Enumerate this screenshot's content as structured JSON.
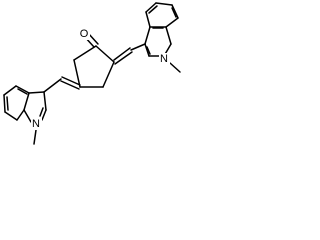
{
  "diagram": {
    "atoms": {
      "carbonyl_oxygen": "O",
      "upper_indole_nitrogen": "N",
      "lower_indole_nitrogen": "N"
    },
    "colors": {
      "bond": "#000000",
      "label": "#000000",
      "background": "#ffffff"
    }
  }
}
